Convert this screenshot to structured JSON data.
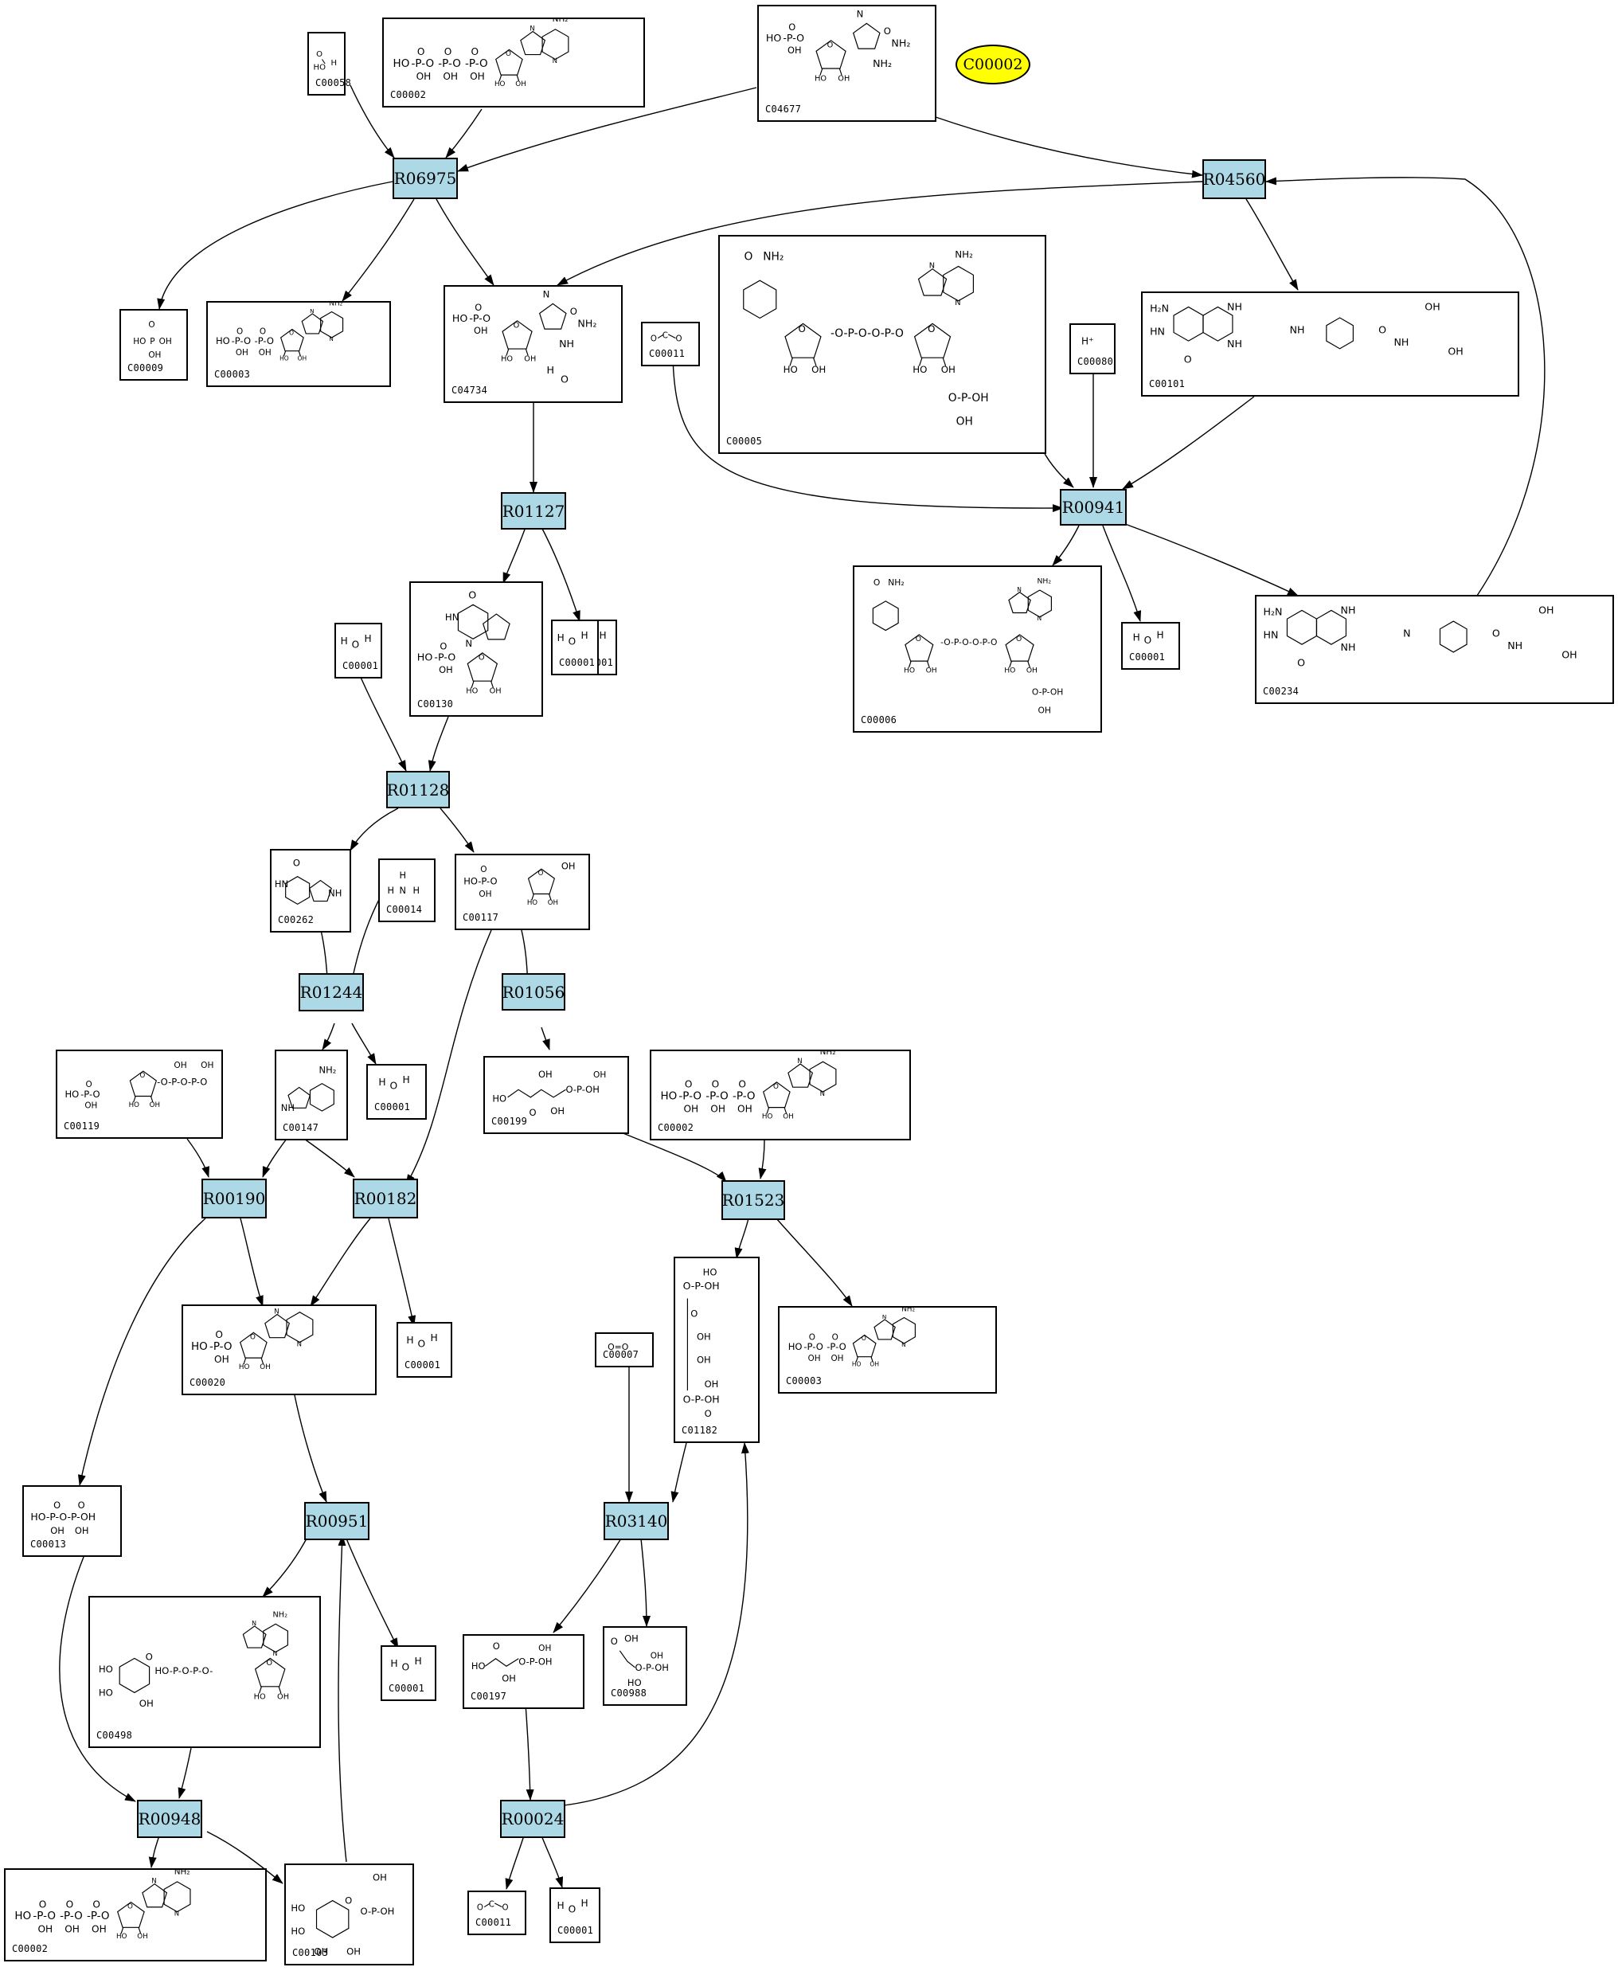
{
  "highlight": {
    "id": "C00002",
    "color": "#ffff00"
  },
  "reactions": [
    "R06975",
    "R04560",
    "R01127",
    "R00941",
    "R01128",
    "R01244",
    "R01056",
    "R00190",
    "R00182",
    "R01523",
    "R00951",
    "R03140",
    "R00948",
    "R00024"
  ],
  "compounds": [
    "C00058",
    "C00002",
    "C04677",
    "C00009",
    "C00003",
    "C04734",
    "C00011",
    "C00005",
    "C00080",
    "C00101",
    "C00001",
    "C00130",
    "C00006",
    "C00234",
    "C00262",
    "C00014",
    "C00117",
    "C00119",
    "C00147",
    "C00199",
    "C00020",
    "C01182",
    "C00007",
    "C00013",
    "C00498",
    "C00197",
    "C00988",
    "C00103"
  ],
  "edges": [
    [
      "C00058",
      "R06975"
    ],
    [
      "C00002",
      "R06975"
    ],
    [
      "C04677",
      "R06975"
    ],
    [
      "C04677",
      "R04560"
    ],
    [
      "R06975",
      "C00009"
    ],
    [
      "R06975",
      "C00003"
    ],
    [
      "R06975",
      "C04734"
    ],
    [
      "R04560",
      "C04734"
    ],
    [
      "R04560",
      "C00101"
    ],
    [
      "C04734",
      "R01127"
    ],
    [
      "R01127",
      "C00130"
    ],
    [
      "R01127",
      "C00001"
    ],
    [
      "C00011",
      "R00941"
    ],
    [
      "C00005",
      "R00941"
    ],
    [
      "C00080",
      "R00941"
    ],
    [
      "C00101",
      "R00941"
    ],
    [
      "R00941",
      "C00006"
    ],
    [
      "R00941",
      "C00001"
    ],
    [
      "R00941",
      "C00234"
    ],
    [
      "C00234",
      "R04560"
    ],
    [
      "C00001",
      "R01128"
    ],
    [
      "C00130",
      "R01128"
    ],
    [
      "R01128",
      "C00262"
    ],
    [
      "R01128",
      "C00117"
    ],
    [
      "C00262",
      "R01244"
    ],
    [
      "C00014",
      "R01244"
    ],
    [
      "C00117",
      "R01056"
    ],
    [
      "C00117",
      "R00182"
    ],
    [
      "R01244",
      "C00147"
    ],
    [
      "R01244",
      "C00001"
    ],
    [
      "R01056",
      "C00199"
    ],
    [
      "C00119",
      "R00190"
    ],
    [
      "C00147",
      "R00190"
    ],
    [
      "C00147",
      "R00182"
    ],
    [
      "C00199",
      "R01523"
    ],
    [
      "C00002",
      "R01523"
    ],
    [
      "R00190",
      "C00020"
    ],
    [
      "R00190",
      "C00013"
    ],
    [
      "R00182",
      "C00020"
    ],
    [
      "R00182",
      "C00001"
    ],
    [
      "R01523",
      "C01182"
    ],
    [
      "R01523",
      "C00003"
    ],
    [
      "C00020",
      "R00951"
    ],
    [
      "C00103",
      "R00951"
    ],
    [
      "R00951",
      "C00498"
    ],
    [
      "R00951",
      "C00001"
    ],
    [
      "C00007",
      "R03140"
    ],
    [
      "C01182",
      "R03140"
    ],
    [
      "R03140",
      "C00197"
    ],
    [
      "R03140",
      "C00988"
    ],
    [
      "C00013",
      "R00948"
    ],
    [
      "C00498",
      "R00948"
    ],
    [
      "R00948",
      "C00002"
    ],
    [
      "R00948",
      "C00103"
    ],
    [
      "C00197",
      "R00024"
    ],
    [
      "R00024",
      "C01182"
    ],
    [
      "R00024",
      "C00011"
    ],
    [
      "R00024",
      "C00001"
    ]
  ],
  "labels": {
    "OH": "OH",
    "HO": "HO",
    "P": "P",
    "O": "O",
    "H": "H",
    "N": "N",
    "NH": "NH",
    "HN": "HN",
    "NH2": "NH₂",
    "H2N": "H₂N",
    "Hplus": "H⁺",
    "OeqO": "O=O",
    "C": "C",
    "HOPO": "HO-P-O-P-O-P-O",
    "HOP": "HO-P-O",
    "HOPOP": "HO-P-O-P-O",
    "OH_P": "P-OH",
    "P_O": "-O-P-O-",
    "OPO": "O-P-O",
    "O_PO": "-O-P-O",
    "HOPO_": "HO-P-O-",
    "HOPOPOH": "HO-P-O-P-OH",
    "HOPOH": "HO-P-OH",
    "OPOH": "O-P-OH",
    "OOPO": "O-P-O",
    "HOPO2": "HO-P-O-P-O-",
    "OP_OH": "-O-P-OH"
  }
}
